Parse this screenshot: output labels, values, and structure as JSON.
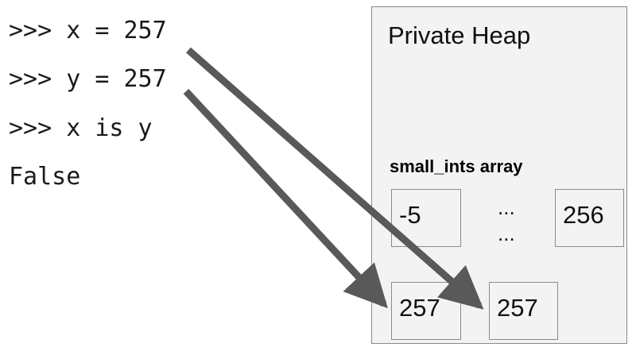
{
  "code": {
    "line1": ">>> x = 257",
    "line2": ">>> y = 257",
    "line3": ">>> x is y",
    "output": "False"
  },
  "heap": {
    "title": "Private Heap",
    "array_label": "small_ints array",
    "array_first": "-5",
    "array_dots_1": "...",
    "array_dots_2": "...",
    "array_last": "256",
    "object_a": "257",
    "object_b": "257"
  },
  "colors": {
    "arrow": "#595959",
    "box_fill": "#f3f3f3",
    "box_border": "#8a8a8a"
  }
}
